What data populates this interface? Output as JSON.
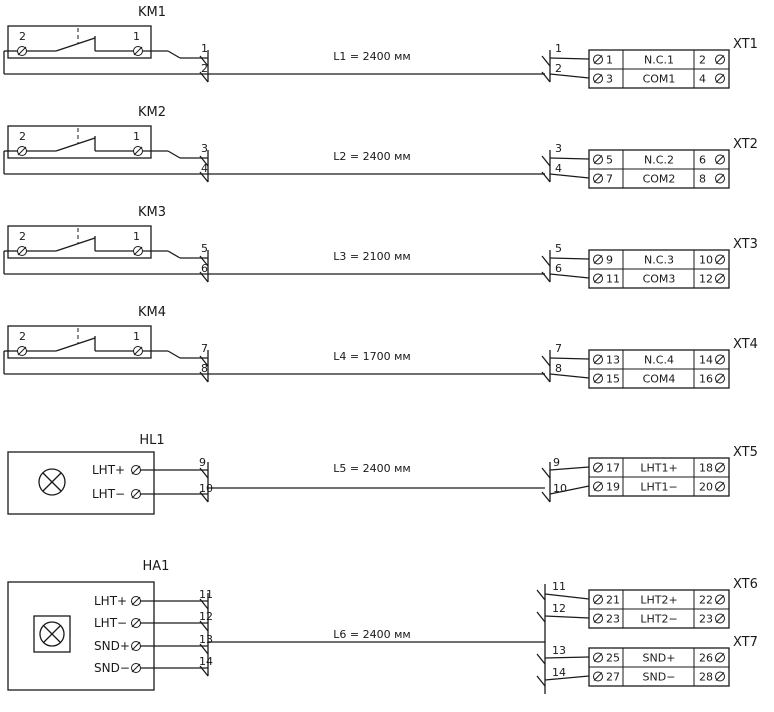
{
  "switches": [
    {
      "ref": "KM1",
      "pin_left": "2",
      "pin_right": "1",
      "wires": [
        "1",
        "2"
      ],
      "cable": "L1 = 2400 мм",
      "block": "XT1",
      "rows": [
        {
          "left": "1",
          "mid": "N.C.1",
          "right": "2"
        },
        {
          "left": "3",
          "mid": "COM1",
          "right": "4"
        }
      ]
    },
    {
      "ref": "KM2",
      "pin_left": "2",
      "pin_right": "1",
      "wires": [
        "3",
        "4"
      ],
      "cable": "L2 = 2400 мм",
      "block": "XT2",
      "rows": [
        {
          "left": "5",
          "mid": "N.C.2",
          "right": "6"
        },
        {
          "left": "7",
          "mid": "COM2",
          "right": "8"
        }
      ]
    },
    {
      "ref": "KM3",
      "pin_left": "2",
      "pin_right": "1",
      "wires": [
        "5",
        "6"
      ],
      "cable": "L3 = 2100 мм",
      "block": "XT3",
      "rows": [
        {
          "left": "9",
          "mid": "N.C.3",
          "right": "10"
        },
        {
          "left": "11",
          "mid": "COM3",
          "right": "12"
        }
      ]
    },
    {
      "ref": "KM4",
      "pin_left": "2",
      "pin_right": "1",
      "wires": [
        "7",
        "8"
      ],
      "cable": "L4 = 1700 мм",
      "block": "XT4",
      "rows": [
        {
          "left": "13",
          "mid": "N.C.4",
          "right": "14"
        },
        {
          "left": "15",
          "mid": "COM4",
          "right": "16"
        }
      ]
    }
  ],
  "lamp": {
    "ref": "HL1",
    "pins": [
      "LHT+",
      "LHT−"
    ],
    "wires": [
      "9",
      "10"
    ],
    "cable": "L5 = 2400 мм",
    "block": "XT5",
    "rows": [
      {
        "left": "17",
        "mid": "LHT1+",
        "right": "18"
      },
      {
        "left": "19",
        "mid": "LHT1−",
        "right": "20"
      }
    ]
  },
  "alarm": {
    "ref": "HA1",
    "pins": [
      "LHT+",
      "LHT−",
      "SND+",
      "SND−"
    ],
    "wires": [
      "11",
      "12",
      "13",
      "14"
    ],
    "cable": "L6 = 2400 мм",
    "blocks": [
      {
        "ref": "XT6",
        "rows": [
          {
            "left": "21",
            "mid": "LHT2+",
            "right": "22"
          },
          {
            "left": "23",
            "mid": "LHT2−",
            "right": "23"
          }
        ]
      },
      {
        "ref": "XT7",
        "rows": [
          {
            "left": "25",
            "mid": "SND+",
            "right": "26"
          },
          {
            "left": "27",
            "mid": "SND−",
            "right": "28"
          }
        ]
      }
    ]
  }
}
